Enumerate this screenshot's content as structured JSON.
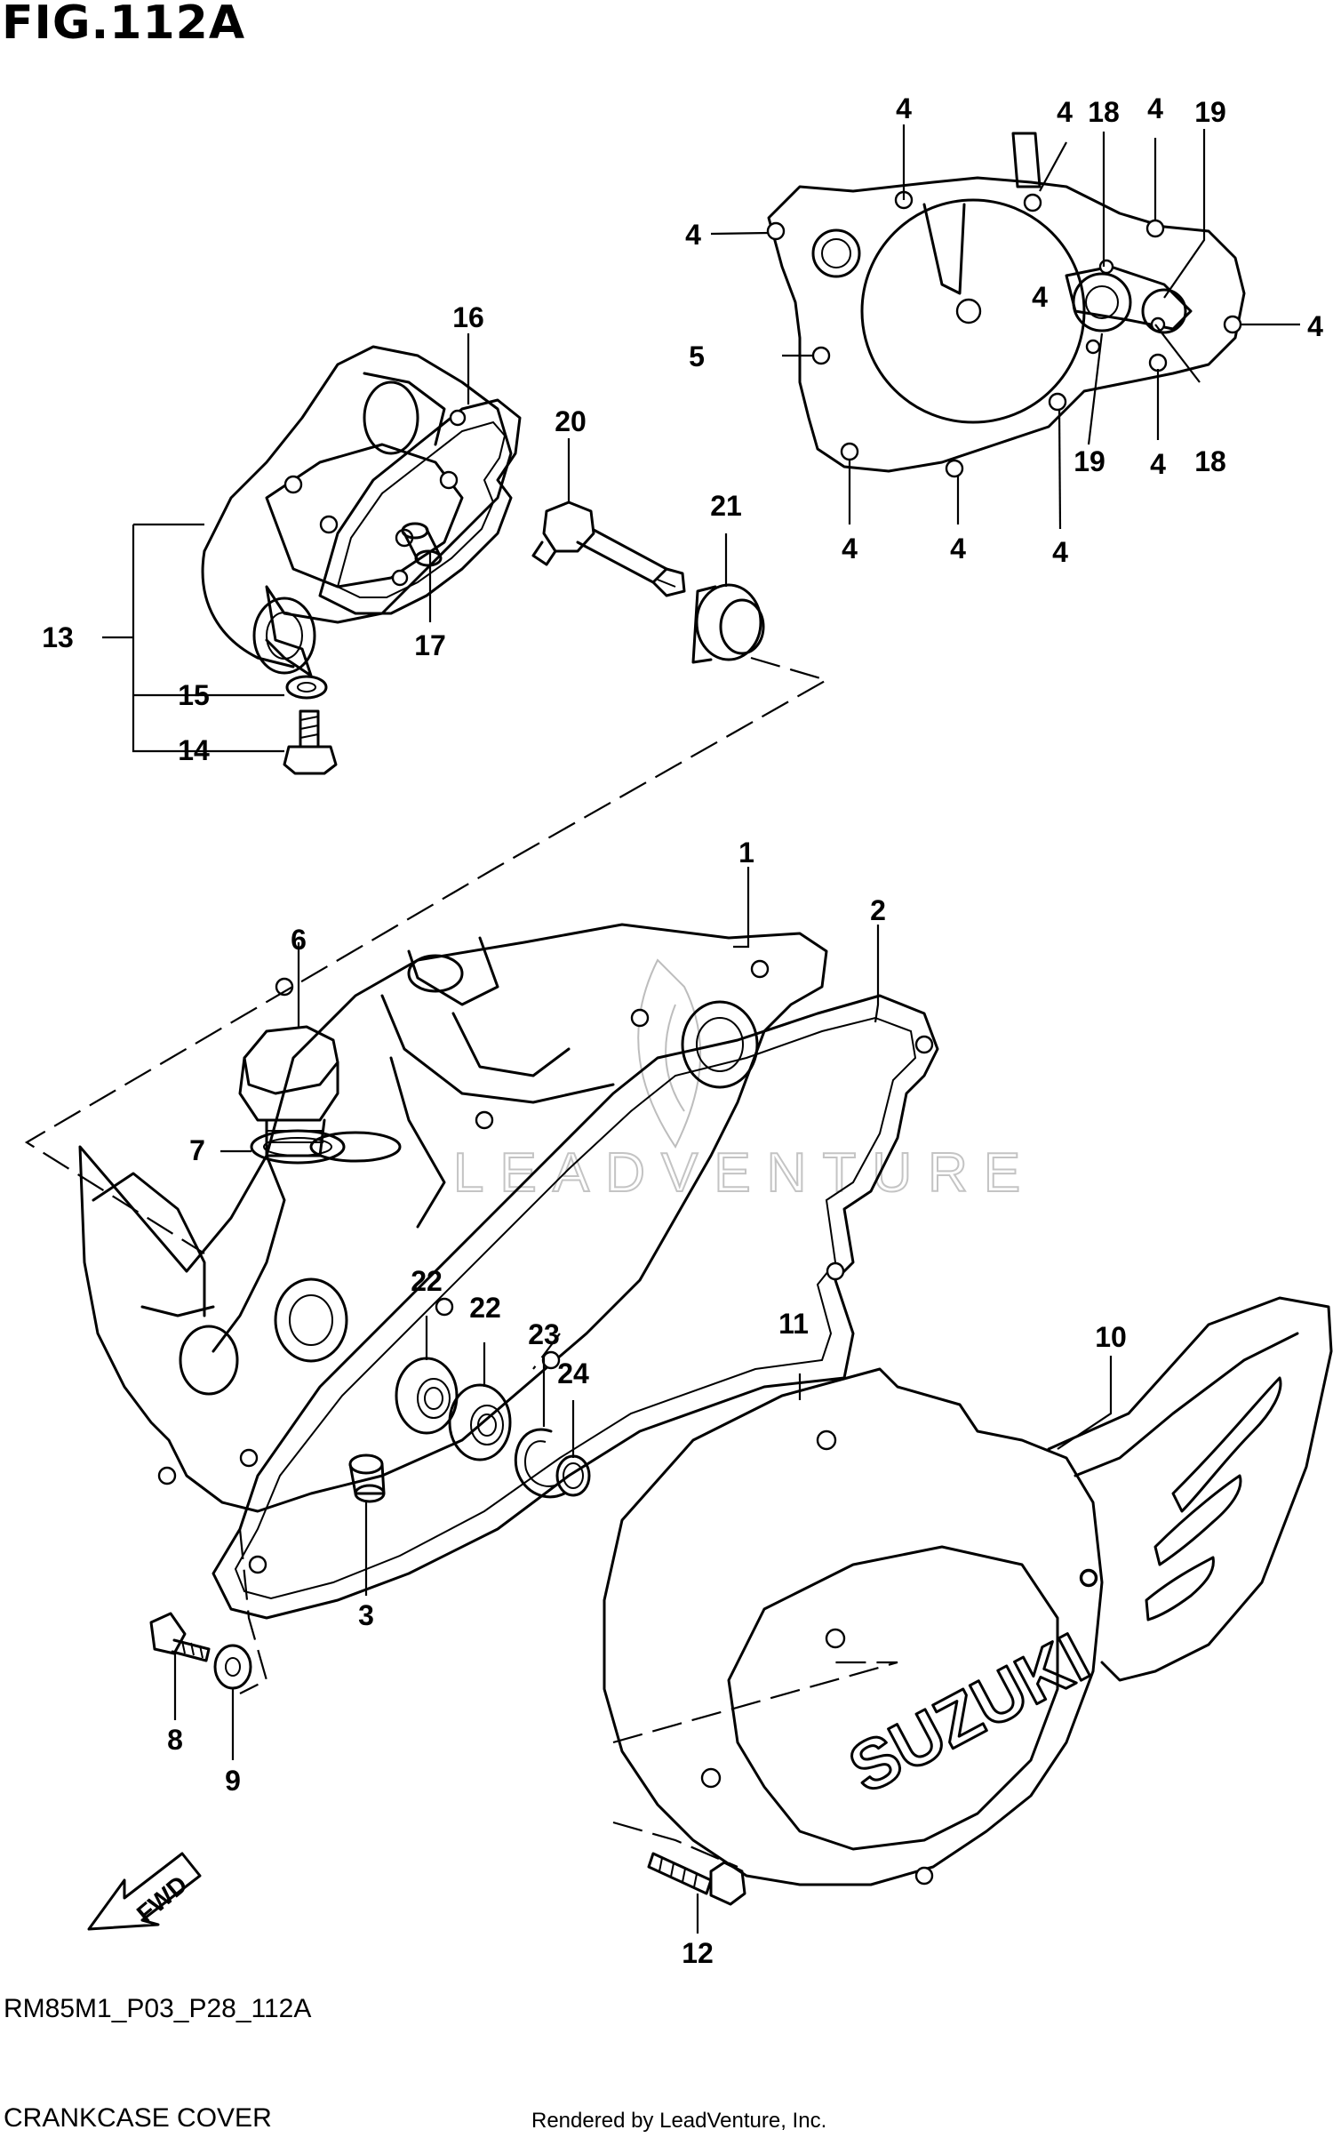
{
  "figure": {
    "title": "FIG.112A",
    "code": "RM85M1_P03_P28_112A",
    "name": "CRANKCASE COVER",
    "rendered_by": "Rendered by LeadVenture, Inc.",
    "watermark": "LEADVENTURE",
    "brand_mark": "SUZUKI",
    "fwd_label": "FWD"
  },
  "callouts": [
    {
      "id": "c1",
      "label": "1"
    },
    {
      "id": "c2",
      "label": "2"
    },
    {
      "id": "c3",
      "label": "3"
    },
    {
      "id": "c4a",
      "label": "4"
    },
    {
      "id": "c4b",
      "label": "4"
    },
    {
      "id": "c4c",
      "label": "4"
    },
    {
      "id": "c4d",
      "label": "4"
    },
    {
      "id": "c4e",
      "label": "4"
    },
    {
      "id": "c4f",
      "label": "4"
    },
    {
      "id": "c4g",
      "label": "4"
    },
    {
      "id": "c4h",
      "label": "4"
    },
    {
      "id": "c4i",
      "label": "4"
    },
    {
      "id": "c4j",
      "label": "4"
    },
    {
      "id": "c5",
      "label": "5"
    },
    {
      "id": "c6",
      "label": "6"
    },
    {
      "id": "c7",
      "label": "7"
    },
    {
      "id": "c8",
      "label": "8"
    },
    {
      "id": "c9",
      "label": "9"
    },
    {
      "id": "c10",
      "label": "10"
    },
    {
      "id": "c11",
      "label": "11"
    },
    {
      "id": "c12",
      "label": "12"
    },
    {
      "id": "c13",
      "label": "13"
    },
    {
      "id": "c14",
      "label": "14"
    },
    {
      "id": "c15",
      "label": "15"
    },
    {
      "id": "c16",
      "label": "16"
    },
    {
      "id": "c17",
      "label": "17"
    },
    {
      "id": "c18a",
      "label": "18"
    },
    {
      "id": "c18b",
      "label": "18"
    },
    {
      "id": "c19a",
      "label": "19"
    },
    {
      "id": "c19b",
      "label": "19"
    },
    {
      "id": "c20",
      "label": "20"
    },
    {
      "id": "c21",
      "label": "21"
    },
    {
      "id": "c22a",
      "label": "22"
    },
    {
      "id": "c22b",
      "label": "22"
    },
    {
      "id": "c23",
      "label": "23"
    },
    {
      "id": "c24",
      "label": "24"
    }
  ]
}
